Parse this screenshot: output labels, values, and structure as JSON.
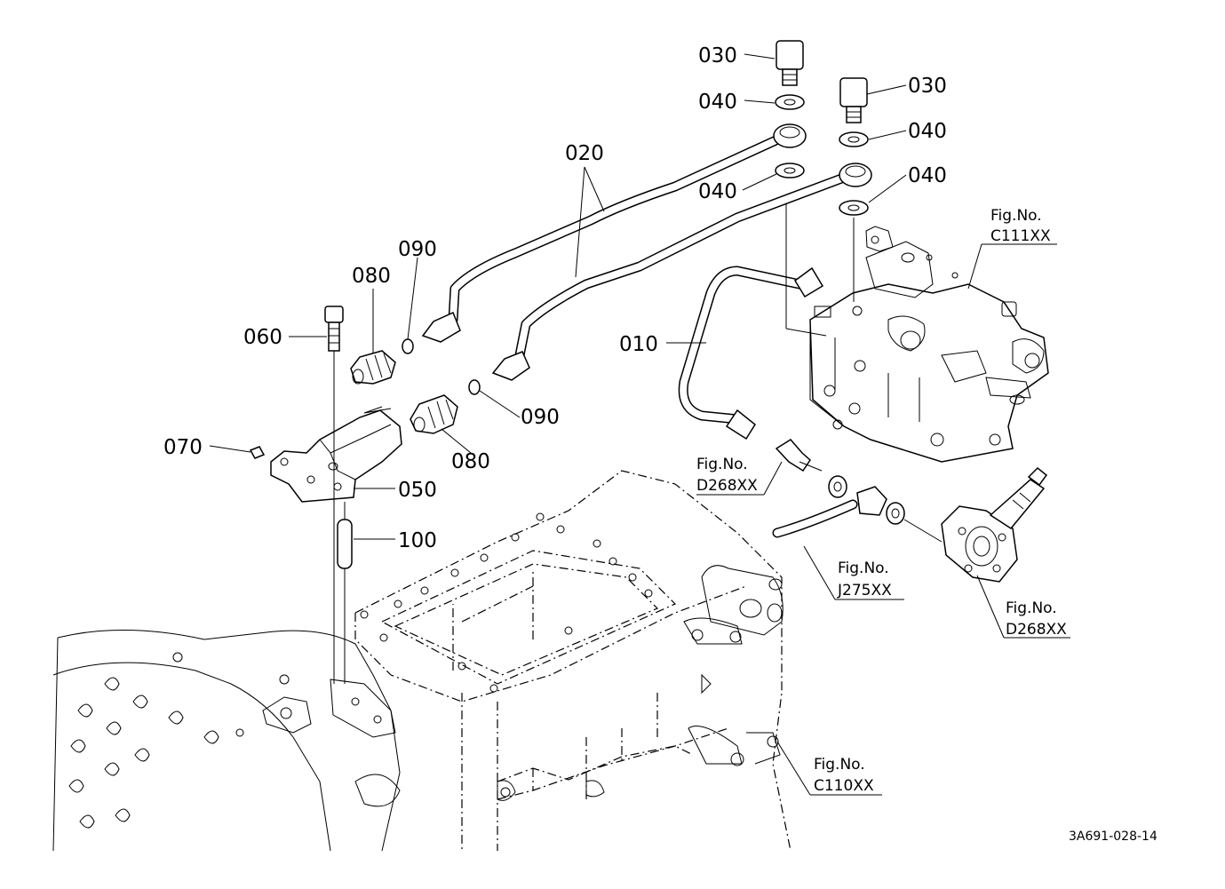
{
  "diagram_code": "3A691-028-14",
  "callouts": [
    {
      "id": "c-030-left",
      "text": "030"
    },
    {
      "id": "c-030-right",
      "text": "030"
    },
    {
      "id": "c-040-a",
      "text": "040"
    },
    {
      "id": "c-040-b",
      "text": "040"
    },
    {
      "id": "c-040-c",
      "text": "040"
    },
    {
      "id": "c-040-d",
      "text": "040"
    },
    {
      "id": "c-020",
      "text": "020"
    },
    {
      "id": "c-090-top",
      "text": "090"
    },
    {
      "id": "c-080-top",
      "text": "080"
    },
    {
      "id": "c-060",
      "text": "060"
    },
    {
      "id": "c-010",
      "text": "010"
    },
    {
      "id": "c-090-bottom",
      "text": "090"
    },
    {
      "id": "c-080-bottom",
      "text": "080"
    },
    {
      "id": "c-070",
      "text": "070"
    },
    {
      "id": "c-050",
      "text": "050"
    },
    {
      "id": "c-100",
      "text": "100"
    }
  ],
  "figure_refs": [
    {
      "id": "fig-c111",
      "label": "Fig.No.",
      "code": "C111XX"
    },
    {
      "id": "fig-d268-top",
      "label": "Fig.No.",
      "code": "D268XX"
    },
    {
      "id": "fig-j275",
      "label": "Fig.No.",
      "code": "J275XX"
    },
    {
      "id": "fig-d268-bottom",
      "label": "Fig.No.",
      "code": "D268XX"
    },
    {
      "id": "fig-c110",
      "label": "Fig.No.",
      "code": "C110XX"
    }
  ]
}
